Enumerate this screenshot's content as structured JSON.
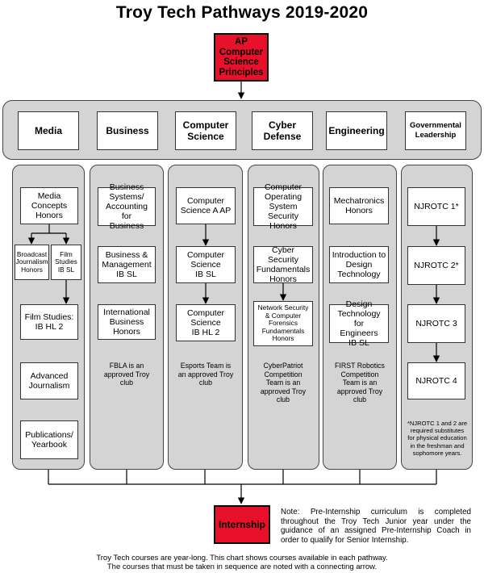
{
  "title": "Troy Tech Pathways 2019-2020",
  "top_box": "AP\nComputer\nScience\nPrinciples",
  "pathways": [
    {
      "label": "Media"
    },
    {
      "label": "Business"
    },
    {
      "label": "Computer\nScience"
    },
    {
      "label": "Cyber\nDefense"
    },
    {
      "label": "Engineering"
    },
    {
      "label": "Governmental\nLeadership"
    }
  ],
  "media": {
    "courses": [
      "Media\nConcepts\nHonors",
      "Broadcast\nJournalism\nHonors",
      "Film\nStudies\nIB SL",
      "Film Studies:\nIB HL 2",
      "Advanced\nJournalism",
      "Publications/\nYearbook"
    ]
  },
  "business": {
    "courses": [
      "Business\nSystems/\nAccounting for\nBusiness",
      "Business &\nManagement\nIB SL",
      "International\nBusiness\nHonors"
    ],
    "note": "FBLA is an\napproved Troy\nclub"
  },
  "computer_science": {
    "courses": [
      "Computer\nScience A AP",
      "Computer\nScience\nIB SL",
      "Computer\nScience\nIB HL 2"
    ],
    "note": "Esports Team is\nan approved Troy\nclub"
  },
  "cyber": {
    "courses": [
      "Computer\nOperating\nSystem Security\nHonors",
      "Cyber Security\nFundamentals\nHonors",
      "Network Security\n& Computer\nForensics\nFundamentals\nHonors"
    ],
    "note": "CyberPatriot\nCompetition\nTeam is an\napproved Troy\nclub"
  },
  "engineering": {
    "courses": [
      "Mechatronics\nHonors",
      "Introduction to\nDesign\nTechnology",
      "Design\nTechnology for\nEngineers\nIB SL"
    ],
    "note": "FIRST Robotics\nCompetition\nTeam is an\napproved Troy\nclub"
  },
  "leadership": {
    "courses": [
      "NJROTC 1*",
      "NJROTC 2*",
      "NJROTC 3",
      "NJROTC 4"
    ],
    "note": "*NJROTC 1 and 2 are\nrequired substitutes\nfor physical education\nin the freshman and\nsophomore years."
  },
  "internship": "Internship",
  "internship_note": "Note: Pre-Internship curriculum is completed throughout the Troy Tech Junior year under the guidance of an assigned Pre-Internship Coach in order to qualify for Senior Internship.",
  "footer": [
    "Troy Tech courses are year-long. This chart shows courses available in each pathway.",
    "The courses that must be taken in sequence are noted with a connecting arrow."
  ]
}
